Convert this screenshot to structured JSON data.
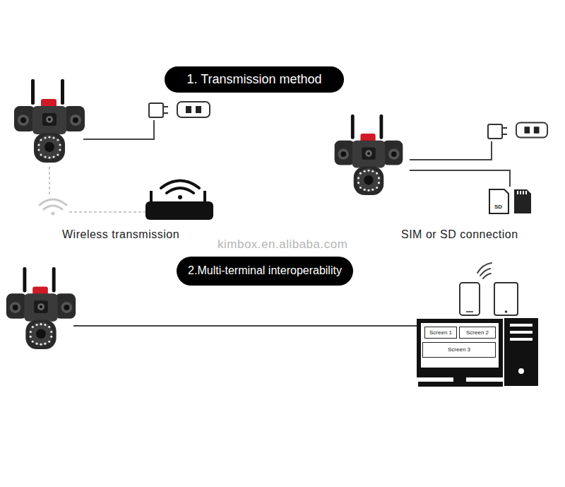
{
  "diagram": {
    "nodes": [
      {
        "text": [
          "1. Transmission method"
        ]
      },
      {
        "text": [
          "2.Multi-terminal interoperability"
        ]
      },
      {
        "text": [
          "Screen 1"
        ]
      },
      {
        "text": [
          "Screen 2"
        ]
      },
      {
        "text": [
          "Screen 3"
        ]
      }
    ],
    "labels": [
      "Wireless transmission",
      "SIM or SD connection",
      "kimbox.en.alibaba.com",
      "SD"
    ]
  }
}
